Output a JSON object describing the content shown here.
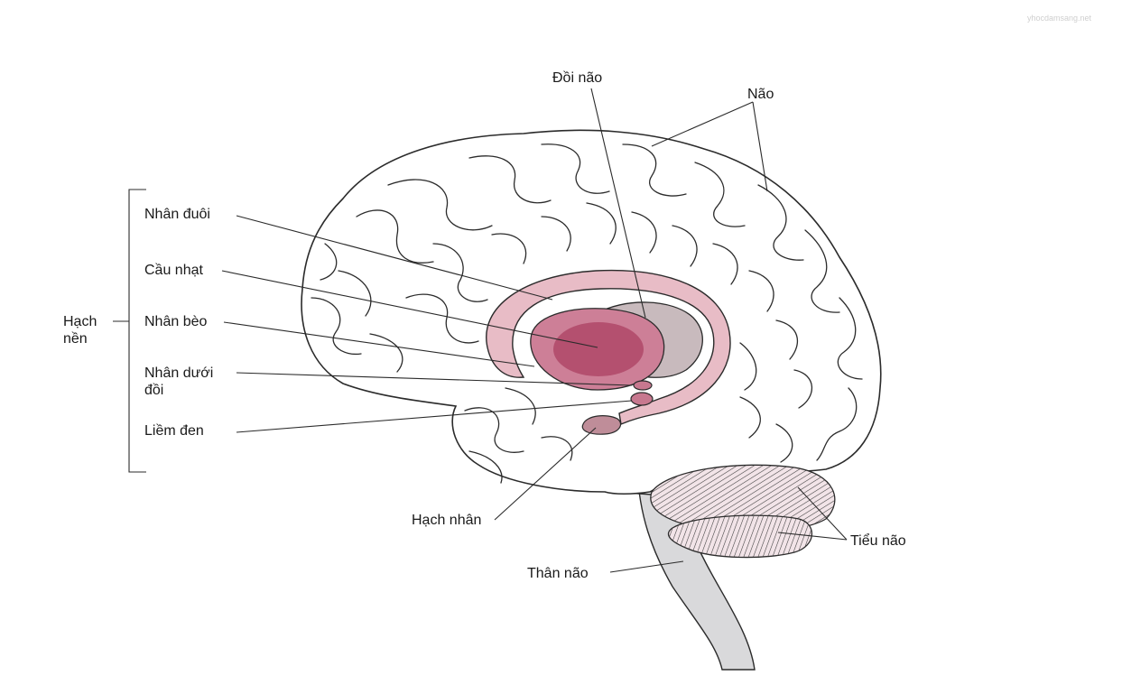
{
  "watermark": "yhocdamsang.net",
  "labels": {
    "basal_ganglia": [
      "Hạch",
      "nền"
    ],
    "caudate": "Nhân đuôi",
    "globus_pallidus": "Cầu nhạt",
    "putamen": "Nhân bèo",
    "subthalamic": [
      "Nhân dưới",
      "đồi"
    ],
    "substantia_nigra": "Liềm đen",
    "thalamus": "Đồi não",
    "cerebrum": "Não",
    "amygdala": "Hạch nhân",
    "cerebellum": "Tiểu não",
    "brainstem": "Thân não"
  },
  "colors": {
    "outline": "#2b2b2b",
    "caudate": "#e8bcc6",
    "putamen": "#cd7f97",
    "globus_pallidus": "#b4506f",
    "thalamus": "#c8babd",
    "small_nuclei": "#c7788f",
    "amygdala": "#bf8d99",
    "brainstem_light": "#f1f1f2",
    "brainstem": "#d9d9db",
    "cerebellum": "#f2e4e8"
  }
}
